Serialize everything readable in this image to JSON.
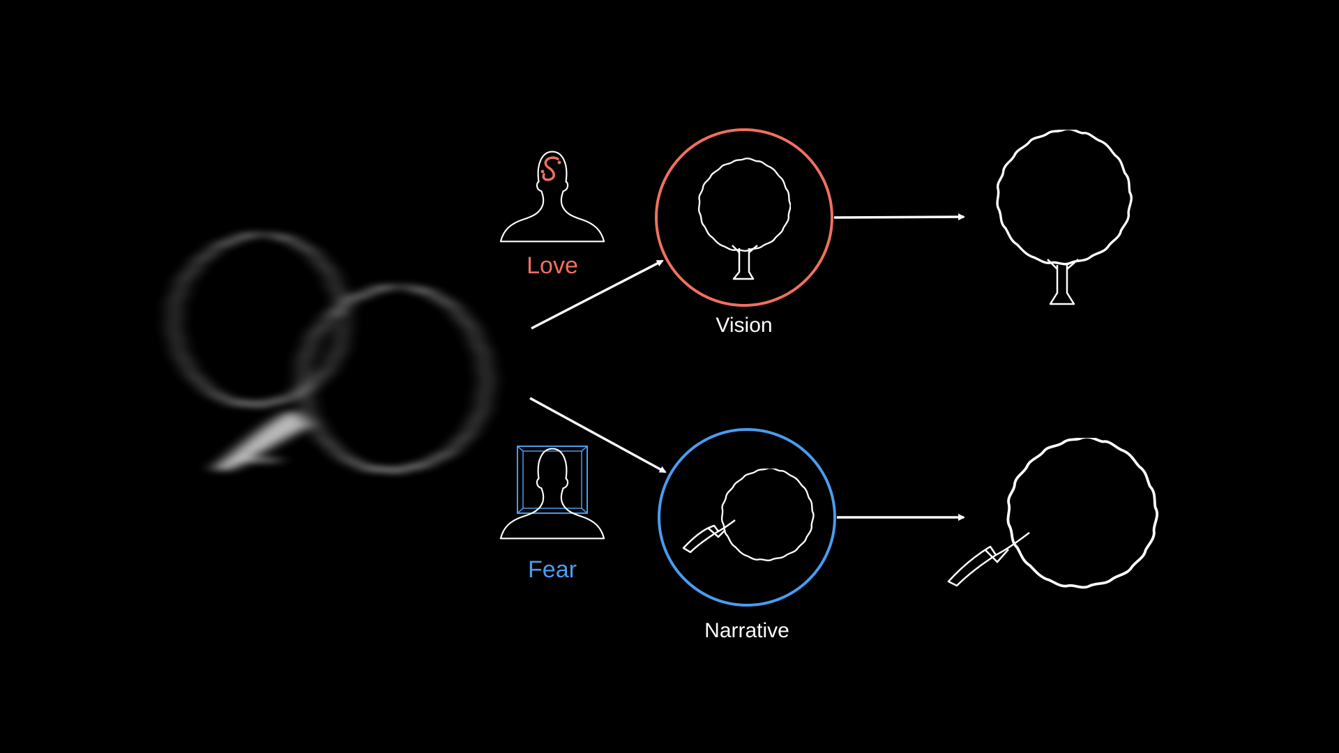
{
  "labels": {
    "love": "Love",
    "fear": "Fear",
    "vision": "Vision",
    "narrative": "Narrative"
  },
  "colors": {
    "background": "#000000",
    "love": "#f0705f",
    "fear": "#4a9cf0",
    "line": "#ffffff"
  },
  "icons": {
    "blurred_source": "blurred-trees-icon",
    "love_head": "head-with-s-curve-icon",
    "fear_head": "head-in-box-icon",
    "vision_tree": "upright-tree-icon",
    "narrative_tree": "fallen-tree-with-axe-icon"
  }
}
